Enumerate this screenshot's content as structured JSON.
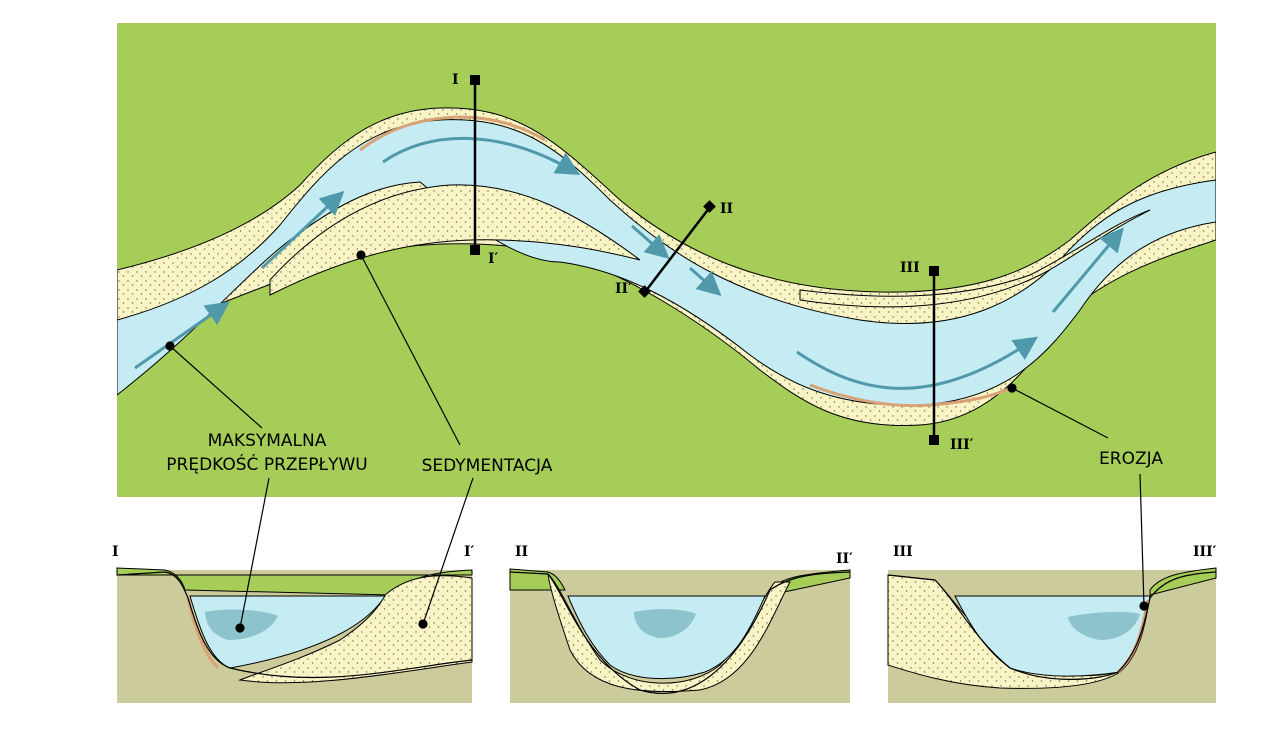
{
  "labels": {
    "max_velocity_line1": "MAKSYMALNA",
    "max_velocity_line2": "PRĘDKOŚĆ PRZEPŁYWU",
    "sedimentation": "SEDYMENTACJA",
    "erosion": "EROZJA"
  },
  "sections": {
    "s1_start": "I",
    "s1_end": "I′",
    "s2_start": "II",
    "s2_end": "II′",
    "s3_start": "III",
    "s3_end": "III′"
  },
  "colors": {
    "land": "#a5cd58",
    "water": "#c4ecf2",
    "sand": "#f8f4c6",
    "bank": "#cccb9c",
    "arrow": "#4f99aa",
    "erosion": "#d9a176",
    "core": "#8cc3cc"
  }
}
